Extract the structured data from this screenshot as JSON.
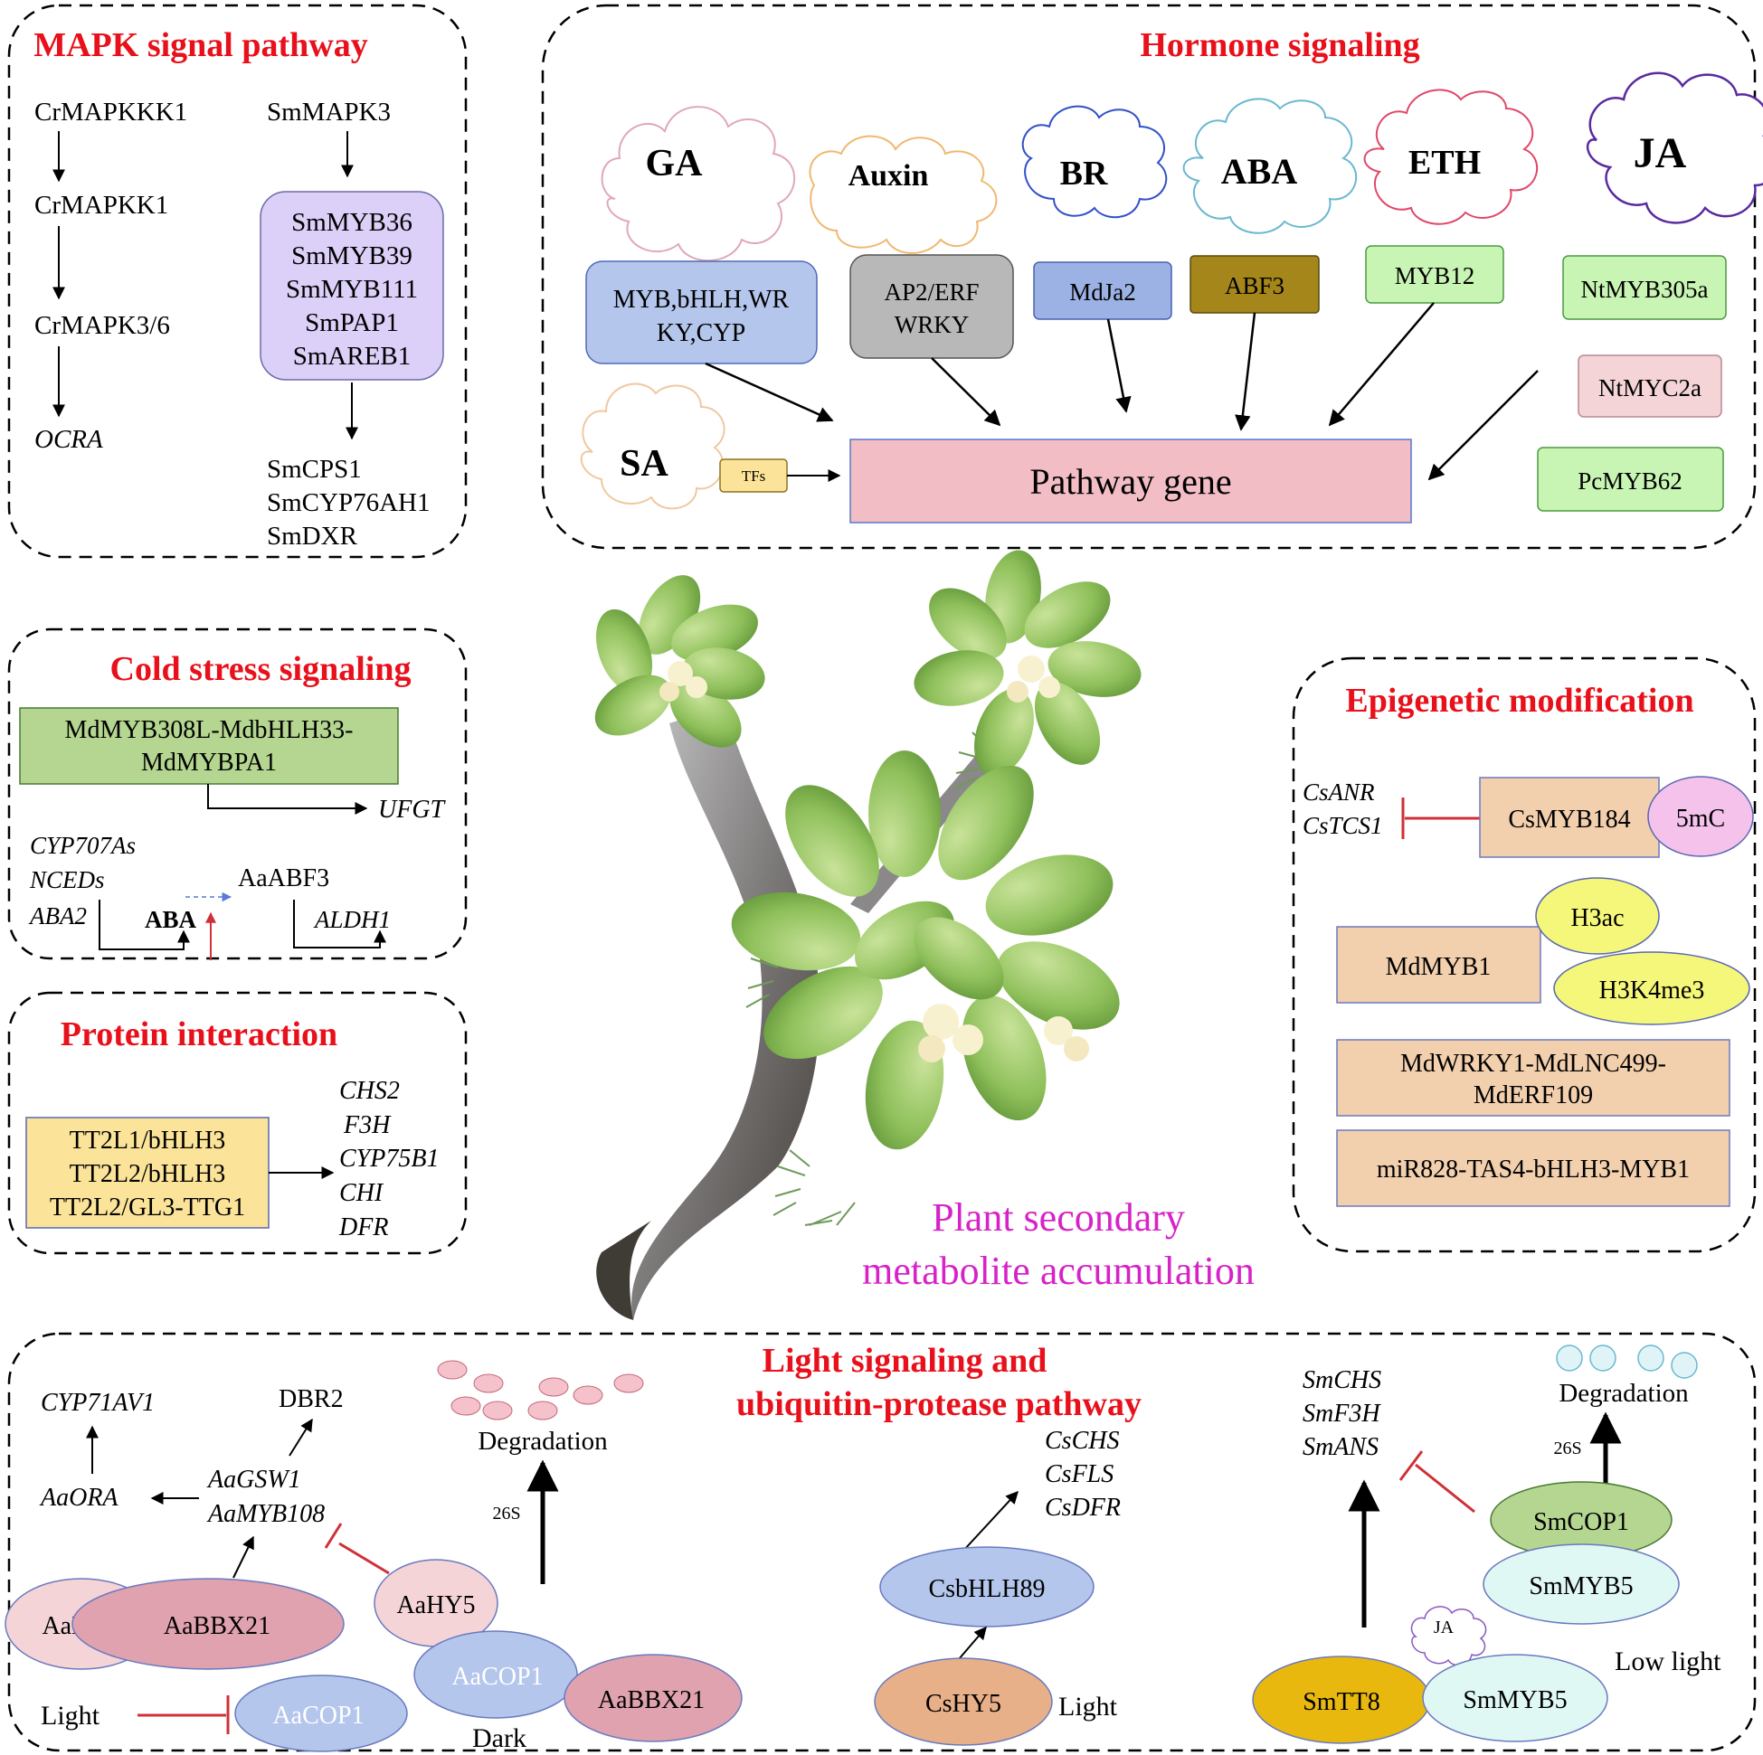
{
  "panels": {
    "mapk": {
      "title": "MAPK signal pathway",
      "chain": [
        "CrMAPKKK1",
        "CrMAPKK1",
        "CrMAPK3/6",
        "OCRA"
      ],
      "source": "SmMAPK3",
      "box": [
        "SmMYB36",
        "SmMYB39",
        "SmMYB111",
        "SmPAP1",
        "SmAREB1"
      ],
      "targets": [
        "SmCPS1",
        "SmCYP76AH1",
        "SmDXR"
      ]
    },
    "hormone": {
      "title": "Hormone signaling",
      "clouds": [
        "GA",
        "Auxin",
        "BR",
        "ABA",
        "ETH",
        "JA",
        "SA"
      ],
      "boxes": {
        "ga": [
          "MYB,bHLH,WR",
          "KY,CYP"
        ],
        "auxin": [
          "AP2/ERF",
          "WRKY"
        ],
        "br": "MdJa2",
        "aba": "ABF3",
        "eth": "MYB12",
        "ja1": "NtMYB305a",
        "ja2": "NtMYC2a",
        "ja3": "PcMYB62",
        "sa": "TFs"
      },
      "target": "Pathway gene"
    },
    "cold": {
      "title": "Cold stress signaling",
      "complex": [
        "MdMYB308L-MdbHLH33-",
        "MdMYBPA1"
      ],
      "target": "UFGT",
      "genes": [
        "CYP707As",
        "NCEDs",
        "ABA2"
      ],
      "hormone": "ABA",
      "tf": "AaABF3",
      "tf_target": "ALDH1"
    },
    "protein": {
      "title": "Protein interaction",
      "box": [
        "TT2L1/bHLH3",
        "TT2L2/bHLH3",
        "TT2L2/GL3-TTG1"
      ],
      "targets": [
        "CHS2",
        "F3H",
        "CYP75B1",
        "CHI",
        "DFR"
      ]
    },
    "epigenetic": {
      "title": "Epigenetic modification",
      "targets": [
        "CsANR",
        "CsTCS1"
      ],
      "csmyb": "CsMYB184",
      "mark": "5mC",
      "mdmyb": "MdMYB1",
      "h3ac": "H3ac",
      "h3k4": "H3K4me3",
      "wrky": [
        "MdWRKY1-MdLNC499-",
        "MdERF109"
      ],
      "mir": "miR828-TAS4-bHLH3-MYB1"
    },
    "light": {
      "title": [
        "Light signaling and",
        "ubiquitin-protease pathway"
      ],
      "cyp": "CYP71AV1",
      "dbr2": "DBR2",
      "aaora": "AaORA",
      "gsw": [
        "AaGSW1",
        "AaMYB108"
      ],
      "aahy5": "AaHY5",
      "aabbx21": "AaBBX21",
      "light_label": "Light",
      "aacop1": "AaCOP1",
      "degradation": "Degradation",
      "s26": "26S",
      "dark": "Dark",
      "cs_targets": [
        "CsCHS",
        "CsFLS",
        "CsDFR"
      ],
      "csbhlh": "CsbHLH89",
      "cshy5": "CsHY5",
      "cs_light": "Light",
      "sm_targets": [
        "SmCHS",
        "SmF3H",
        "SmANS"
      ],
      "smcop1": "SmCOP1",
      "smmyb5": "SmMYB5",
      "ja": "JA",
      "smtt8": "SmTT8",
      "low_light": "Low light"
    }
  },
  "center_label": [
    "Plant secondary",
    "metabolite accumulation"
  ],
  "colors": {
    "title_red": "#e8101a",
    "center_magenta": "#d623c8",
    "inhibit_red": "#d03038",
    "purple_box": "#dcd0f8",
    "blue_box": "#b4c6ec",
    "grey_box": "#b8b8b8",
    "olive_box": "#a5861b",
    "green_box": "#c8f5b4",
    "pink_box": "#f5d4d8",
    "pathway_pink": "#f3bdc6",
    "yellow_box": "#fbe39a",
    "peach_box": "#f2cfad",
    "leaf_green": "#8fc05b"
  }
}
